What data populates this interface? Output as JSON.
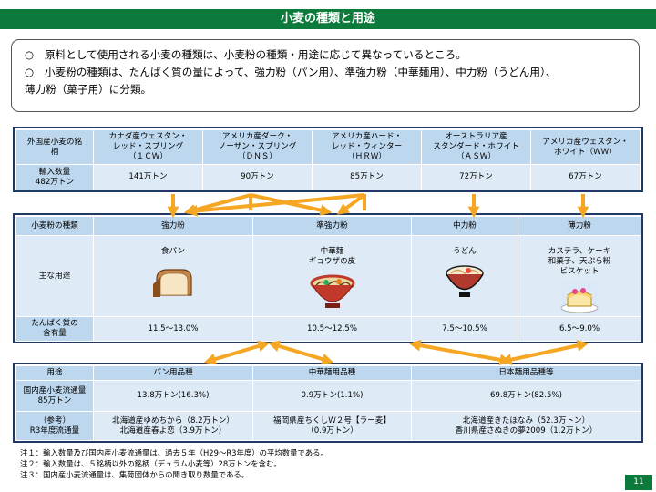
{
  "title": "小麦の種類と用途",
  "summary": {
    "bullet_mark": "○",
    "lines": [
      "原料として使用される小麦の種類は、小麦粉の種類・用途に応じて異なっているところ。",
      "小麦粉の種類は、たんぱく質の量によって、強力粉（パン用）、準強力粉（中華麺用）、中力粉（うどん用）、",
      "薄力粉（菓子用）に分類。"
    ]
  },
  "import_table": {
    "row1_label": "外国産小麦の銘柄",
    "row2_label": "輸入数量\n482万トン",
    "varieties": [
      {
        "name": "カナダ産ウェスタン・\nレッド・スプリング\n（１ＣＷ）",
        "volume": "141万トン"
      },
      {
        "name": "アメリカ産ダーク・\nノーザン・スプリング\n（ＤＮＳ）",
        "volume": "90万トン"
      },
      {
        "name": "アメリカ産ハード・\nレッド・ウィンター\n（ＨＲＷ）",
        "volume": "85万トン"
      },
      {
        "name": "オーストラリア産\nスタンダード・ホワイト\n（ＡＳＷ）",
        "volume": "72万トン"
      },
      {
        "name": "アメリカ産ウェスタン・\nホワイト（ＷＷ）",
        "volume": "67万トン"
      }
    ]
  },
  "flour_table": {
    "type_label": "小麦粉の種類",
    "use_label": "主な用途",
    "protein_label": "たんぱく質の\n含有量",
    "flours": [
      {
        "type": "強力粉",
        "use": "食パン",
        "icon": "bread-icon",
        "protein": "11.5～13.0%"
      },
      {
        "type": "準強力粉",
        "use": "中華麺\nギョウザの皮",
        "icon": "ramen-bowl-icon",
        "protein": "10.5～12.5%"
      },
      {
        "type": "中力粉",
        "use": "うどん",
        "icon": "udon-bowl-icon",
        "protein": "7.5～10.5%"
      },
      {
        "type": "薄力粉",
        "use": "カステラ、ケーキ\n和菓子、天ぷら粉\nビスケット",
        "icon": "cake-icon",
        "protein": "6.5～9.0%"
      }
    ]
  },
  "domestic_table": {
    "usage_label": "用途",
    "circ_label": "国内産小麦流通量\n85万トン",
    "ref_label": "（参考）\nR3年度流通量",
    "groups": [
      {
        "name": "パン用品種",
        "circulation": "13.8万トン(16.3%)",
        "reference": "北海道産ゆめちから（8.2万トン）\n北海道産春よ恋（3.9万トン）"
      },
      {
        "name": "中華麺用品種",
        "circulation": "0.9万トン(1.1%)",
        "reference": "福岡県産ちくしＷ２号【ラー麦】\n（0.9万トン）"
      },
      {
        "name": "日本麺用品種等",
        "circulation": "69.8万トン(82.5%)",
        "reference": "北海道産きたほなみ（52.3万トン）\n香川県産さぬきの夢2009（1.2万トン）"
      }
    ]
  },
  "notes": [
    "注１：輸入数量及び国内産小麦流通量は、過去５年（H29～R3年度）の平均数量である。",
    "注２：輸入数量は、５銘柄以外の銘柄（デュラム小麦等）28万トンを含む。",
    "注３：国内産小麦流通量は、集荷団体からの聞き取り数量である。"
  ],
  "page_number": "11",
  "colors": {
    "header": "#bdd7ee",
    "cell": "#deebf7",
    "border": "#1f3864",
    "arrow": "#f5a623",
    "title_bg": "#0b7a3a"
  }
}
